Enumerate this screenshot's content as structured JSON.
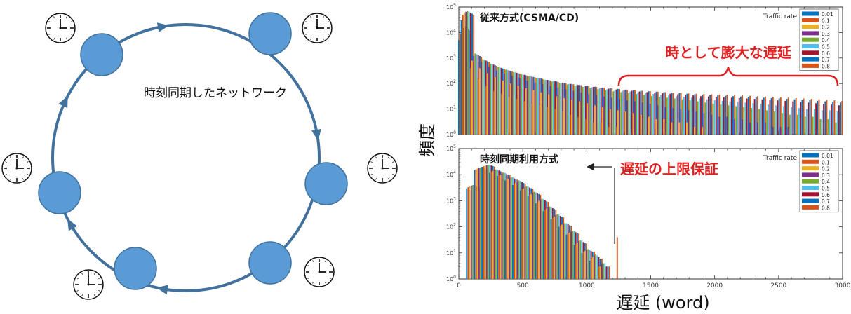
{
  "ring": {
    "label": "時刻同期したネットワーク",
    "node_color": "#5B9BD5",
    "ring_color": "#41719C"
  },
  "ylabel": "頻度",
  "xlabel": "遅延 (word)",
  "chart_data": [
    {
      "type": "bar",
      "title": "従来方式(CSMA/CD)",
      "annotation": "時として膨大な遅延",
      "legend_title": "Traffic rate",
      "legend_position": "top-right",
      "y_scale": "log",
      "ylim": [
        1,
        100000
      ],
      "xlim": [
        0,
        3000
      ],
      "yticks": [
        "10^0",
        "10^1",
        "10^2",
        "10^3",
        "10^4",
        "10^5"
      ],
      "x": [
        48,
        68,
        128,
        188,
        248,
        308,
        368,
        428,
        488,
        548,
        608,
        668,
        728,
        788,
        848,
        908,
        968,
        1028,
        1088,
        1148,
        1208,
        1268,
        1328,
        1388,
        1448,
        1508,
        1568,
        1628,
        1688,
        1748,
        1808,
        1868,
        1928,
        1988,
        2048,
        2108,
        2168,
        2228,
        2288,
        2348,
        2408,
        2468,
        2528,
        2588,
        2648,
        2708,
        2768,
        2828,
        2888,
        2948
      ],
      "series": [
        {
          "name": "0.01",
          "values": [
            5000,
            30000,
            0,
            0,
            0,
            0,
            0,
            0,
            0,
            0,
            0,
            0,
            0,
            0,
            0,
            0,
            0,
            0,
            0,
            0,
            0,
            0,
            0,
            0,
            0,
            0,
            0,
            0,
            0,
            0,
            0,
            0,
            0,
            0,
            0,
            0,
            0,
            0,
            0,
            0,
            0,
            0,
            0,
            0,
            0,
            0,
            0,
            0,
            0,
            0
          ]
        },
        {
          "name": "0.1",
          "values": [
            9000,
            50000,
            400,
            150,
            80,
            50,
            40,
            30,
            25,
            20,
            16,
            14,
            12,
            10,
            8,
            6,
            5,
            4,
            3,
            3,
            2,
            2,
            0,
            0,
            0,
            0,
            0,
            0,
            0,
            0,
            0,
            0,
            0,
            0,
            0,
            0,
            0,
            0,
            0,
            0,
            0,
            0,
            0,
            0,
            0,
            0,
            0,
            0,
            0,
            0
          ]
        },
        {
          "name": "0.2",
          "values": [
            12000,
            60000,
            800,
            400,
            250,
            180,
            130,
            100,
            80,
            65,
            55,
            45,
            38,
            32,
            27,
            23,
            20,
            17,
            14,
            12,
            10,
            9,
            8,
            7,
            6,
            5,
            4,
            4,
            3,
            3,
            3,
            2,
            2,
            0,
            0,
            0,
            0,
            0,
            0,
            0,
            0,
            0,
            0,
            0,
            0,
            0,
            0,
            0,
            0,
            0
          ]
        },
        {
          "name": "0.3",
          "values": [
            15000,
            65000,
            1200,
            700,
            450,
            320,
            250,
            200,
            160,
            130,
            110,
            95,
            80,
            70,
            60,
            52,
            45,
            40,
            35,
            31,
            28,
            25,
            22,
            20,
            18,
            16,
            14,
            12,
            11,
            10,
            9,
            8,
            7,
            6,
            5,
            5,
            4,
            4,
            3,
            3,
            3,
            2,
            2,
            2,
            0,
            0,
            0,
            0,
            0,
            0
          ]
        },
        {
          "name": "0.4",
          "values": [
            18000,
            70000,
            1500,
            900,
            600,
            450,
            350,
            280,
            230,
            190,
            160,
            140,
            120,
            105,
            92,
            82,
            74,
            67,
            60,
            55,
            50,
            46,
            42,
            39,
            36,
            33,
            30,
            28,
            26,
            24,
            22,
            20,
            18,
            16,
            15,
            14,
            13,
            12,
            11,
            10,
            9,
            8,
            7,
            6,
            6,
            5,
            5,
            4,
            4,
            3
          ]
        },
        {
          "name": "0.5",
          "values": [
            16000,
            65000,
            1400,
            850,
            580,
            430,
            340,
            275,
            225,
            190,
            162,
            140,
            122,
            108,
            96,
            86,
            78,
            71,
            65,
            60,
            56,
            52,
            48,
            45,
            42,
            39,
            36,
            34,
            32,
            30,
            28,
            26,
            24,
            22,
            21,
            20,
            19,
            18,
            17,
            16,
            15,
            14,
            13,
            12,
            11,
            10,
            10,
            9,
            9,
            8
          ]
        },
        {
          "name": "0.6",
          "values": [
            14000,
            60000,
            1300,
            800,
            550,
            410,
            325,
            265,
            220,
            186,
            160,
            139,
            122,
            108,
            97,
            88,
            80,
            74,
            68,
            63,
            59,
            55,
            52,
            49,
            46,
            44,
            42,
            40,
            38,
            36,
            34,
            32,
            31,
            30,
            29,
            28,
            27,
            26,
            25,
            24,
            23,
            22,
            21,
            20,
            19,
            18,
            17,
            16,
            15,
            14
          ]
        },
        {
          "name": "0.7",
          "values": [
            12000,
            55000,
            1200,
            750,
            520,
            390,
            310,
            255,
            212,
            180,
            156,
            136,
            120,
            107,
            96,
            88,
            81,
            75,
            70,
            66,
            62,
            58,
            55,
            52,
            50,
            48,
            46,
            44,
            42,
            40,
            38,
            36,
            35,
            34,
            33,
            32,
            31,
            30,
            29,
            28,
            27,
            26,
            25,
            24,
            23,
            22,
            21,
            20,
            19,
            18
          ]
        },
        {
          "name": "0.8",
          "values": [
            10000,
            50000,
            1100,
            700,
            490,
            370,
            295,
            243,
            203,
            173,
            150,
            131,
            116,
            104,
            94,
            86,
            79,
            74,
            69,
            65,
            61,
            58,
            55,
            52,
            50,
            48,
            46,
            44,
            42,
            41,
            40,
            39,
            38,
            37,
            36,
            35,
            34,
            33,
            32,
            31,
            30,
            29,
            28,
            27,
            26,
            25,
            24,
            23,
            22,
            21
          ]
        }
      ]
    },
    {
      "type": "bar",
      "title": "時刻同期利用方式",
      "annotation": "遅延の上限保証",
      "legend_title": "Traffic rate",
      "legend_position": "top-right",
      "y_scale": "log",
      "ylim": [
        1,
        100000
      ],
      "xlim": [
        0,
        3000
      ],
      "xticks": [
        "0",
        "500",
        "1000",
        "1500",
        "2000",
        "2500",
        "3000"
      ],
      "yticks": [
        "10^0",
        "10^1",
        "10^2",
        "10^3",
        "10^4",
        "10^5"
      ],
      "x": [
        110,
        170,
        230,
        290,
        350,
        410,
        470,
        530,
        590,
        650,
        710,
        770,
        830,
        890,
        950,
        1010,
        1070,
        1130,
        1190
      ],
      "series": [
        {
          "name": "0.01",
          "values": [
            3000,
            15000,
            20000,
            12000,
            9000,
            6000,
            4000,
            2500,
            1500,
            800,
            400,
            200,
            100,
            50,
            20,
            10,
            5,
            0,
            0
          ]
        },
        {
          "name": "0.1",
          "values": [
            3300,
            16000,
            21000,
            13000,
            9500,
            6500,
            4500,
            2800,
            1700,
            900,
            450,
            220,
            110,
            55,
            22,
            11,
            6,
            3,
            0
          ]
        },
        {
          "name": "0.2",
          "values": [
            3500,
            17000,
            22000,
            14000,
            10000,
            7000,
            5000,
            3000,
            1800,
            1000,
            500,
            250,
            120,
            60,
            25,
            12,
            7,
            3,
            0
          ]
        },
        {
          "name": "0.3",
          "values": [
            3800,
            18000,
            23000,
            15000,
            11000,
            7500,
            5500,
            3300,
            2000,
            1100,
            550,
            280,
            130,
            65,
            28,
            13,
            8,
            4,
            0
          ]
        },
        {
          "name": "0.4",
          "values": [
            4000,
            19000,
            24000,
            16000,
            12000,
            8000,
            6000,
            3600,
            2200,
            1200,
            600,
            300,
            140,
            70,
            30,
            14,
            9,
            4,
            0
          ]
        },
        {
          "name": "0.5",
          "values": [
            3900,
            18500,
            23500,
            15500,
            11500,
            7800,
            5800,
            3500,
            2100,
            1150,
            580,
            290,
            135,
            68,
            29,
            13,
            8,
            4,
            0
          ]
        },
        {
          "name": "0.6",
          "values": [
            3700,
            17500,
            22500,
            14500,
            10500,
            7200,
            5200,
            3200,
            1900,
            1050,
            520,
            260,
            125,
            62,
            26,
            12,
            7,
            3,
            0
          ]
        },
        {
          "name": "0.7",
          "values": [
            3500,
            16500,
            21500,
            13500,
            10000,
            6800,
            4800,
            3000,
            1800,
            950,
            480,
            240,
            115,
            58,
            24,
            11,
            6,
            3,
            0
          ]
        },
        {
          "name": "0.8",
          "values": [
            3300,
            15500,
            20500,
            12500,
            9500,
            6400,
            4400,
            2800,
            1700,
            900,
            450,
            230,
            110,
            55,
            23,
            11,
            6,
            3,
            40
          ]
        }
      ]
    }
  ],
  "series_colors": [
    "#0072BD",
    "#D95319",
    "#EDB120",
    "#7E2F8E",
    "#77AC30",
    "#4DBEEE",
    "#A2142F",
    "#0072BD",
    "#D95319"
  ],
  "accent_red": "#E02020"
}
